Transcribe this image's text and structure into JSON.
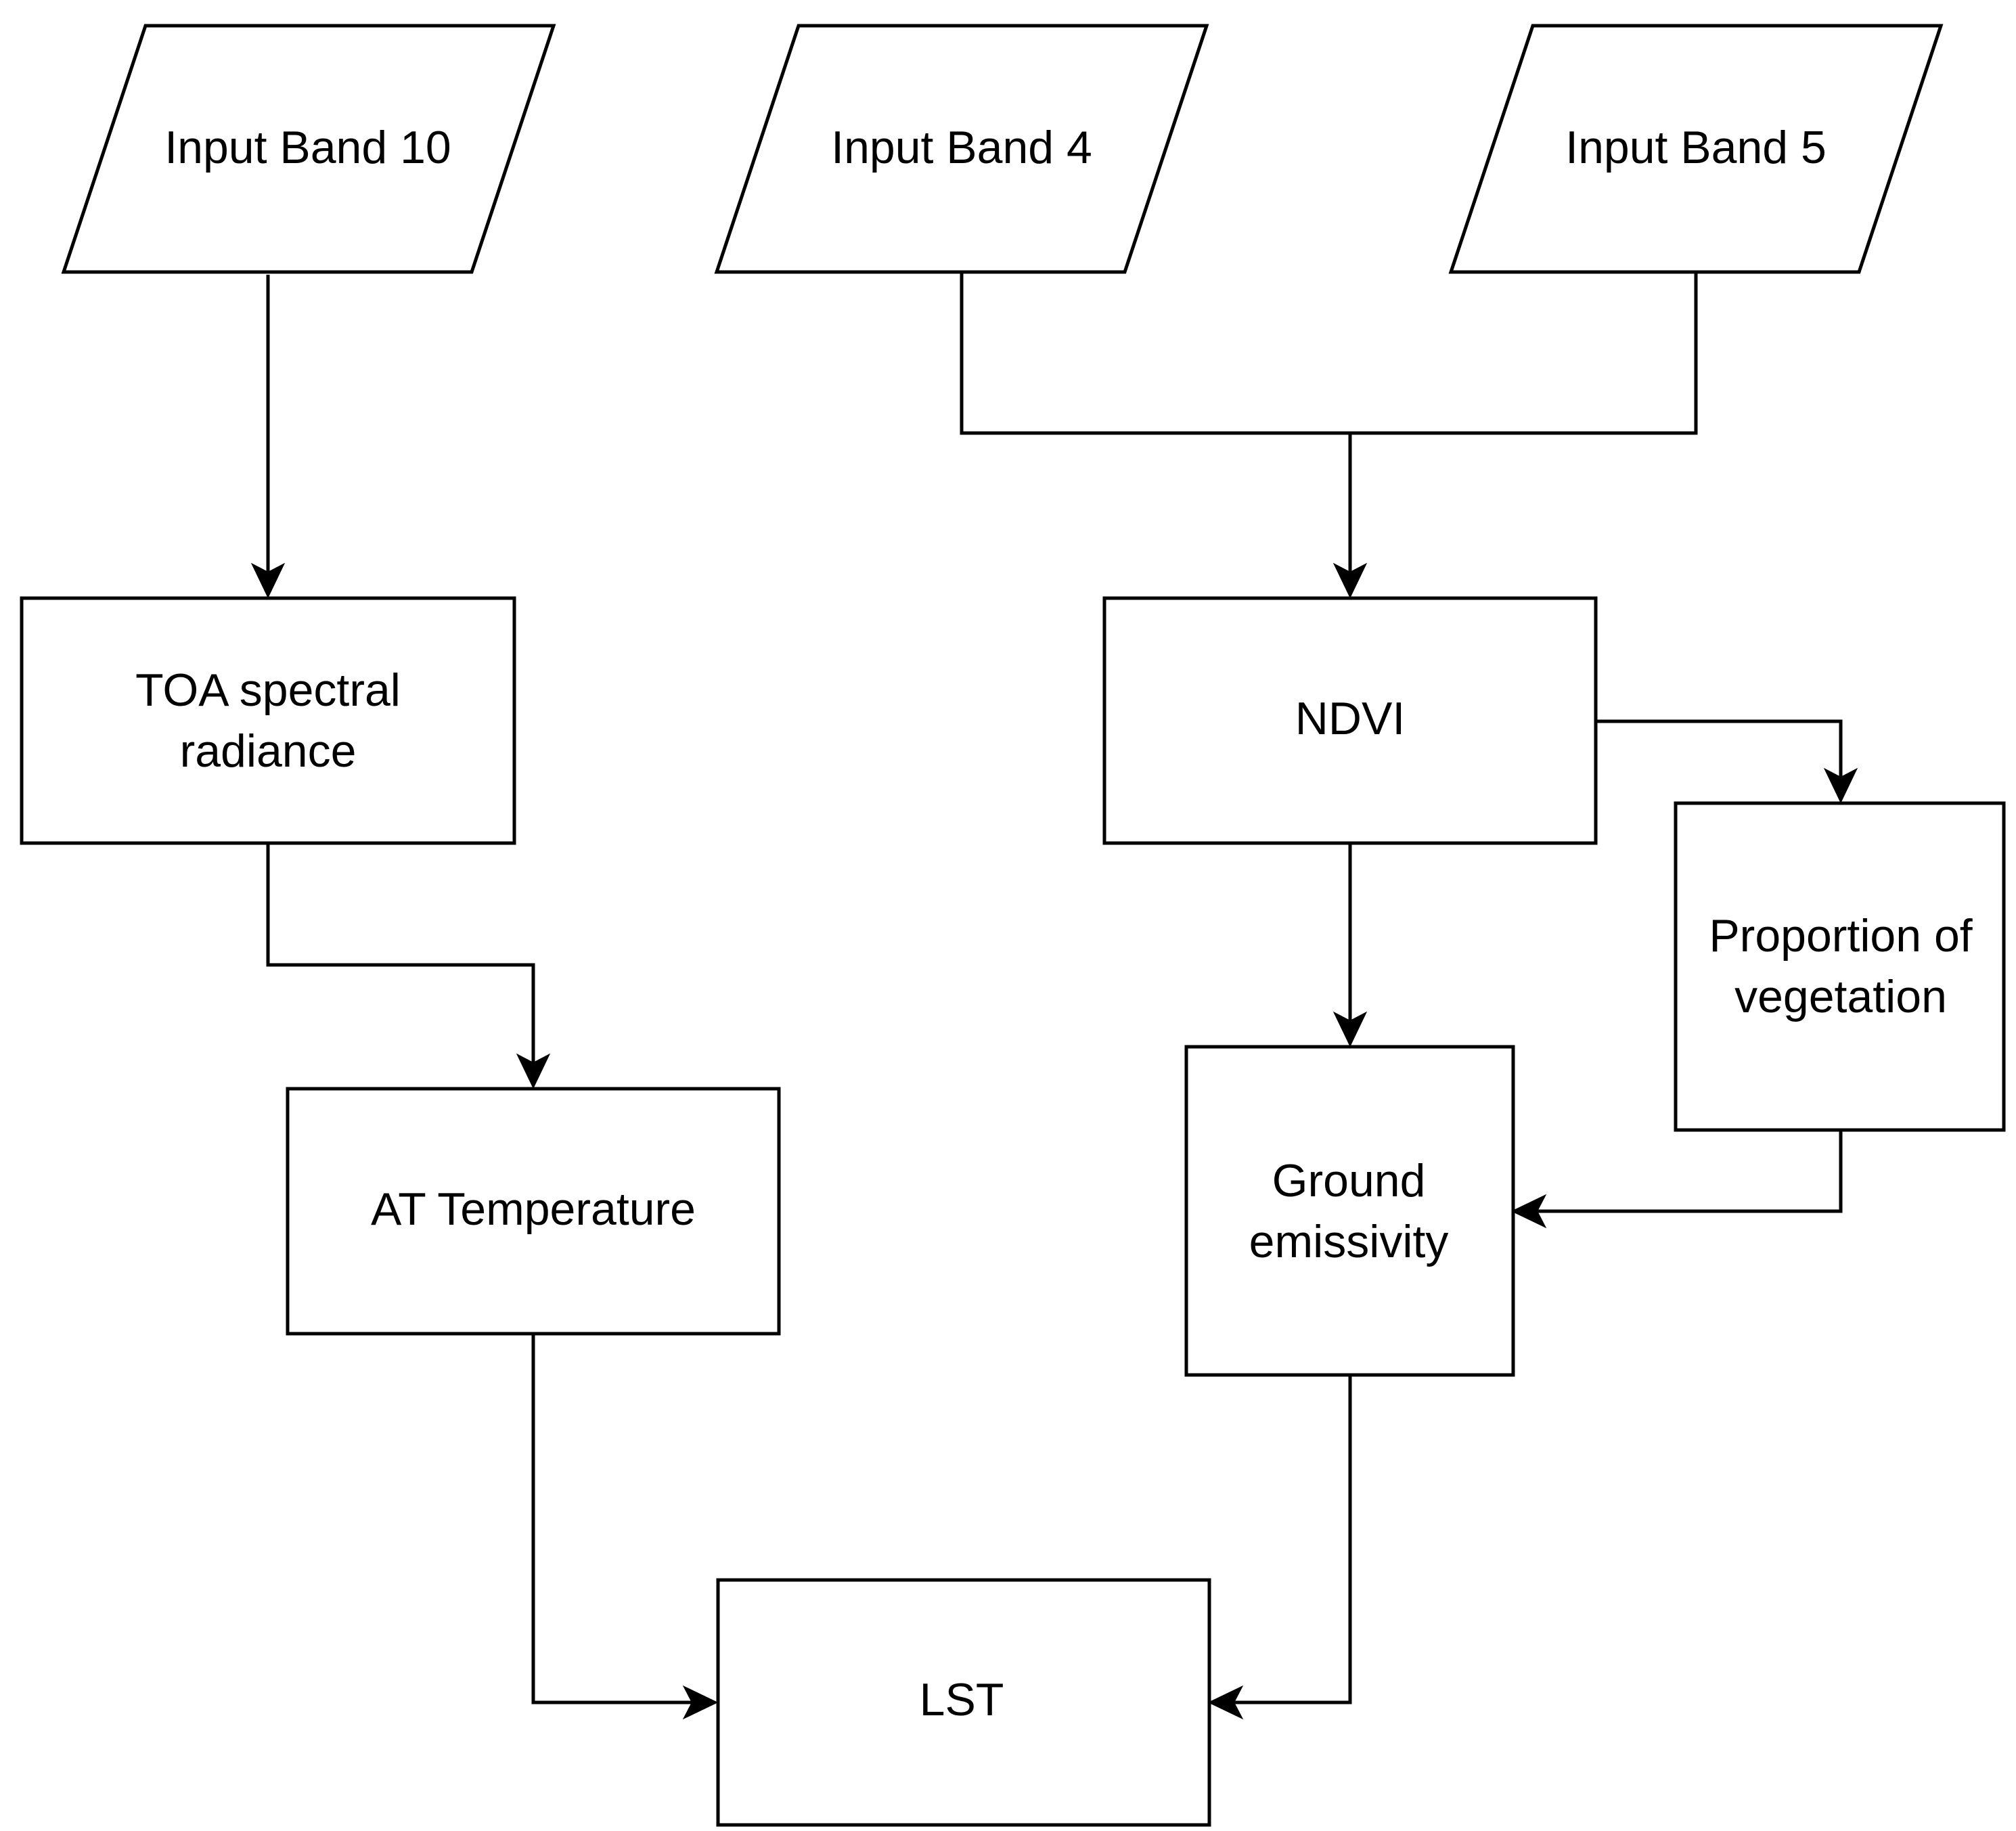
{
  "diagram": {
    "nodes": {
      "band10": {
        "label": "Input Band 10",
        "shape": "parallelogram"
      },
      "band4": {
        "label": "Input Band 4",
        "shape": "parallelogram"
      },
      "band5": {
        "label": "Input Band 5",
        "shape": "parallelogram"
      },
      "toa": {
        "label_lines": [
          "TOA spectral",
          "radiance"
        ],
        "shape": "rectangle"
      },
      "ndvi": {
        "label": "NDVI",
        "shape": "rectangle"
      },
      "pv": {
        "label_lines": [
          "Proportion of",
          "vegetation"
        ],
        "shape": "rectangle"
      },
      "at": {
        "label": "AT Temperature",
        "shape": "rectangle"
      },
      "ge": {
        "label_lines": [
          "Ground",
          "emissivity"
        ],
        "shape": "rectangle"
      },
      "lst": {
        "label": "LST",
        "shape": "rectangle"
      }
    },
    "edges": [
      {
        "from": "Input Band 10",
        "to": "TOA spectral radiance"
      },
      {
        "from": "Input Band 4",
        "to": "NDVI"
      },
      {
        "from": "Input Band 5",
        "to": "NDVI"
      },
      {
        "from": "NDVI",
        "to": "Proportion of vegetation"
      },
      {
        "from": "NDVI",
        "to": "Ground emissivity"
      },
      {
        "from": "Proportion of vegetation",
        "to": "Ground emissivity"
      },
      {
        "from": "TOA spectral radiance",
        "to": "AT Temperature"
      },
      {
        "from": "AT Temperature",
        "to": "LST"
      },
      {
        "from": "Ground emissivity",
        "to": "LST"
      }
    ]
  }
}
